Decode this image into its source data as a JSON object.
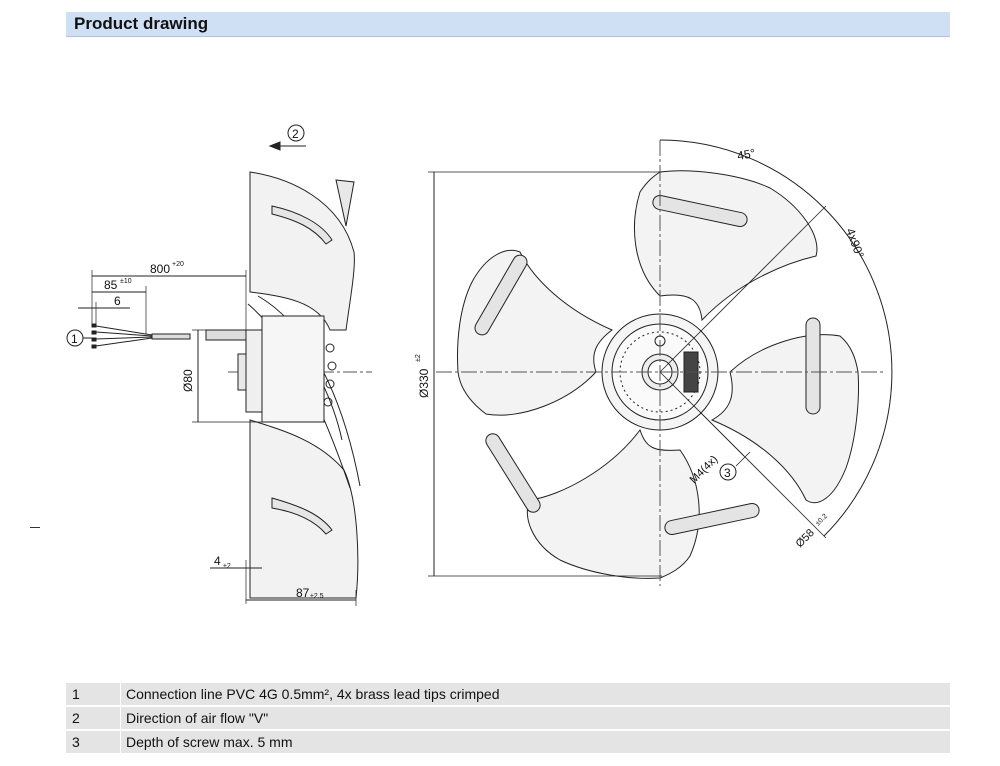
{
  "header": {
    "title": "Product drawing"
  },
  "callouts": {
    "c1": "1",
    "c2": "2",
    "c3": "3"
  },
  "dims": {
    "d800": "800",
    "d800_tol": "+20",
    "d85": "85",
    "d85_tol": "±10",
    "d6": "6",
    "d80": "Ø80",
    "d4": "4",
    "d4_tol": "±2",
    "d87": "87",
    "d87_tol": "±2.5",
    "d330": "Ø330",
    "d330_tol": "±2",
    "a45": "45°",
    "a4x90": "4x90°",
    "m4": "M4(4x)",
    "d58": "Ø58",
    "d58_tol": "±0.2"
  },
  "legend": [
    {
      "num": "1",
      "text": "Connection line PVC 4G 0.5mm², 4x brass lead tips crimped"
    },
    {
      "num": "2",
      "text": "Direction of air flow \"V\""
    },
    {
      "num": "3",
      "text": "Depth of screw max. 5 mm"
    }
  ]
}
